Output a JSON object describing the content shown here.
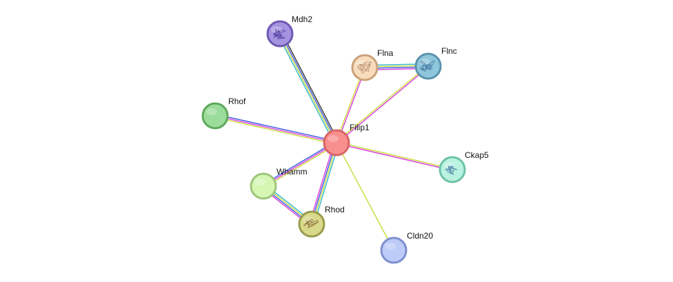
{
  "network": {
    "nodes": [
      {
        "id": "filip1",
        "label": "Filip1",
        "fill": "#f88f8f",
        "stroke": "#d96464",
        "structure": false
      },
      {
        "id": "mdh2",
        "label": "Mdh2",
        "fill": "#a593e0",
        "stroke": "#6c58b3",
        "structure": true,
        "glyph_color": "#4b3a9a"
      },
      {
        "id": "flna",
        "label": "Flna",
        "fill": "#f9dcbc",
        "stroke": "#c9a27a",
        "structure": true,
        "glyph_color": "#b08a6a"
      },
      {
        "id": "flnc",
        "label": "Flnc",
        "fill": "#8ec6dc",
        "stroke": "#5a93ac",
        "structure": true,
        "glyph_color": "#3b6f9a"
      },
      {
        "id": "rhof",
        "label": "Rhof",
        "fill": "#9bdc9a",
        "stroke": "#5ea95d",
        "structure": false
      },
      {
        "id": "ckap5",
        "label": "Ckap5",
        "fill": "#b9f2e0",
        "stroke": "#6cc2a6",
        "structure": true,
        "glyph_color": "#4a7fa8"
      },
      {
        "id": "whamm",
        "label": "Whamm",
        "fill": "#d6f7b4",
        "stroke": "#9ec47a",
        "structure": false
      },
      {
        "id": "rhod",
        "label": "Rhod",
        "fill": "#d9d98a",
        "stroke": "#9a9a4e",
        "structure": true,
        "glyph_color": "#8a6a3a"
      },
      {
        "id": "cldn20",
        "label": "Cldn20",
        "fill": "#bccbf7",
        "stroke": "#7c8fce",
        "structure": false
      }
    ],
    "edges": [
      {
        "source": "filip1",
        "target": "mdh2",
        "colors": [
          "#2fb7c9",
          "#c8d93a",
          "#3a56e0",
          "#333333"
        ]
      },
      {
        "source": "filip1",
        "target": "flna",
        "colors": [
          "#c8d93a",
          "#d63ad6"
        ]
      },
      {
        "source": "filip1",
        "target": "flnc",
        "colors": [
          "#c8d93a",
          "#d63ad6"
        ]
      },
      {
        "source": "flna",
        "target": "flnc",
        "colors": [
          "#2fb7c9",
          "#c8d93a",
          "#3a56e0",
          "#d63ad6"
        ]
      },
      {
        "source": "filip1",
        "target": "rhof",
        "colors": [
          "#c8d93a",
          "#d63ad6",
          "#3a56e0"
        ]
      },
      {
        "source": "filip1",
        "target": "ckap5",
        "colors": [
          "#c8d93a",
          "#d63ad6"
        ]
      },
      {
        "source": "filip1",
        "target": "whamm",
        "colors": [
          "#c8d93a",
          "#d63ad6",
          "#3a56e0"
        ]
      },
      {
        "source": "filip1",
        "target": "rhod",
        "colors": [
          "#2fb7c9",
          "#c8d93a",
          "#3a56e0",
          "#d63ad6"
        ]
      },
      {
        "source": "whamm",
        "target": "rhod",
        "colors": [
          "#2fb7c9",
          "#c8d93a",
          "#3a56e0",
          "#d63ad6"
        ]
      },
      {
        "source": "filip1",
        "target": "cldn20",
        "colors": [
          "#c8d93a"
        ]
      }
    ]
  }
}
